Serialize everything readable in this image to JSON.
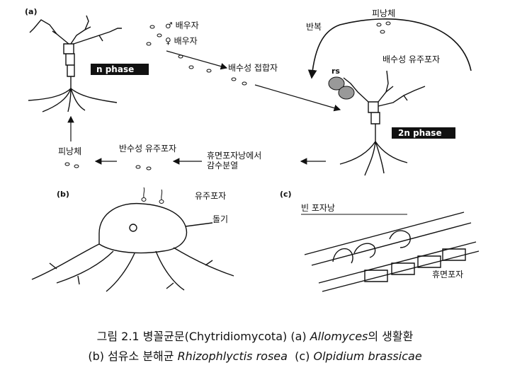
{
  "panels": {
    "a": {
      "tag": "(a)",
      "labels": {
        "male_gamete": "♂ 배우자",
        "female_gamete": "♀ 배우자",
        "n_phase": "n phase",
        "zygote": "배수성 접합자",
        "repeat": "반복",
        "pycnidium_top": "피낭체",
        "diploid_zoospore": "배수성 유주포자",
        "rs": "rs",
        "two_n_phase": "2n phase",
        "pycnidium_left": "피낭체",
        "haploid_zoospore": "반수성 유주포자",
        "meiosis_line1": "휴면포자낭에서",
        "meiosis_line2": "감수분열"
      }
    },
    "b": {
      "tag": "(b)",
      "labels": {
        "zoospore": "유주포자",
        "protrusion": "돌기"
      }
    },
    "c": {
      "tag": "(c)",
      "labels": {
        "empty_sporangium": "빈 포자낭",
        "resting_spore": "휴면포자"
      }
    }
  },
  "caption": {
    "line1_prefix": "그림 2.1 병꼴균문(Chytridiomycota) (a) ",
    "line1_italic": "Allomyces",
    "line1_suffix": "의 생활환",
    "line2_prefix": "(b) 섬유소 분해균 ",
    "line2_italic1": "Rhizophlyctis rosea",
    "line2_mid": "  (c) ",
    "line2_italic2": "Olpidium brassicae"
  }
}
